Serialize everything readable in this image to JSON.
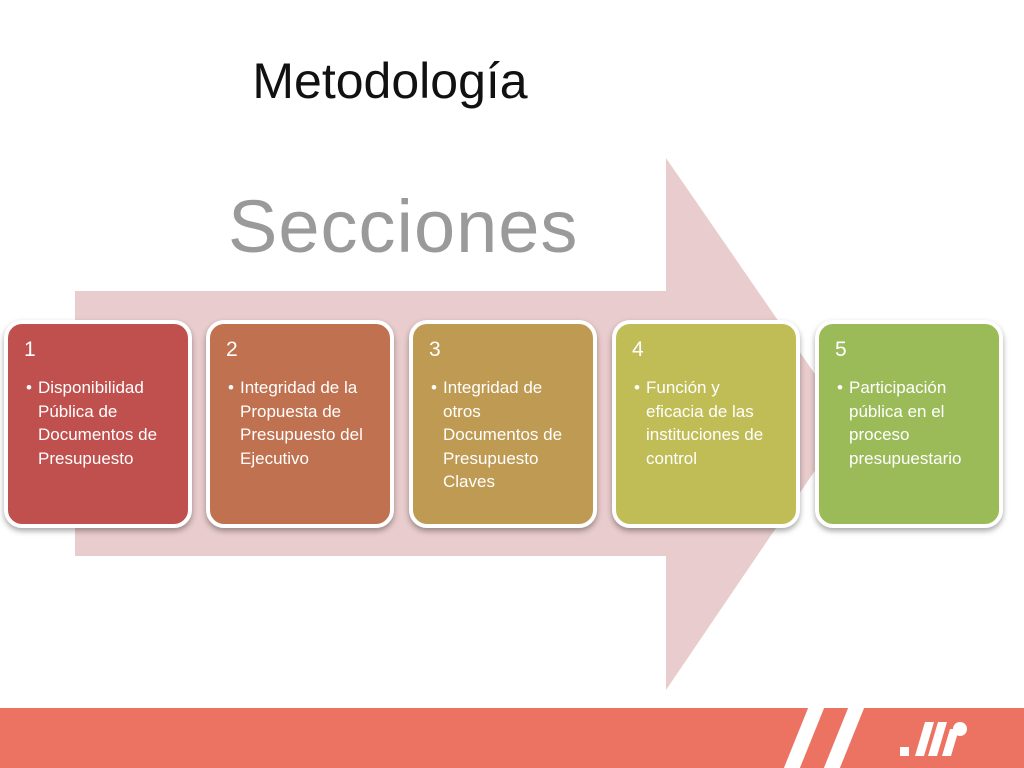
{
  "title": "Metodología",
  "subtitle": "Secciones",
  "sections": [
    {
      "number": "1",
      "items": [
        "Disponibilidad Pública de Documentos de Presupuesto"
      ],
      "color": "#c0504d"
    },
    {
      "number": "2",
      "items": [
        "Integridad de la Propuesta de Presupuesto del Ejecutivo"
      ],
      "color": "#c0714f"
    },
    {
      "number": "3",
      "items": [
        "Integridad de otros Documentos de Presupuesto Claves"
      ],
      "color": "#bf9a52"
    },
    {
      "number": "4",
      "items": [
        "Función y eficacia de las instituciones de control"
      ],
      "color": "#c0bd56"
    },
    {
      "number": "5",
      "items": [
        "Participación pública en el proceso presupuestario"
      ],
      "color": "#9bbb59"
    }
  ],
  "colors": {
    "arrow": "#e9cccd",
    "footer": "#ec7361"
  },
  "icons": {
    "logo": "brand-logo"
  }
}
